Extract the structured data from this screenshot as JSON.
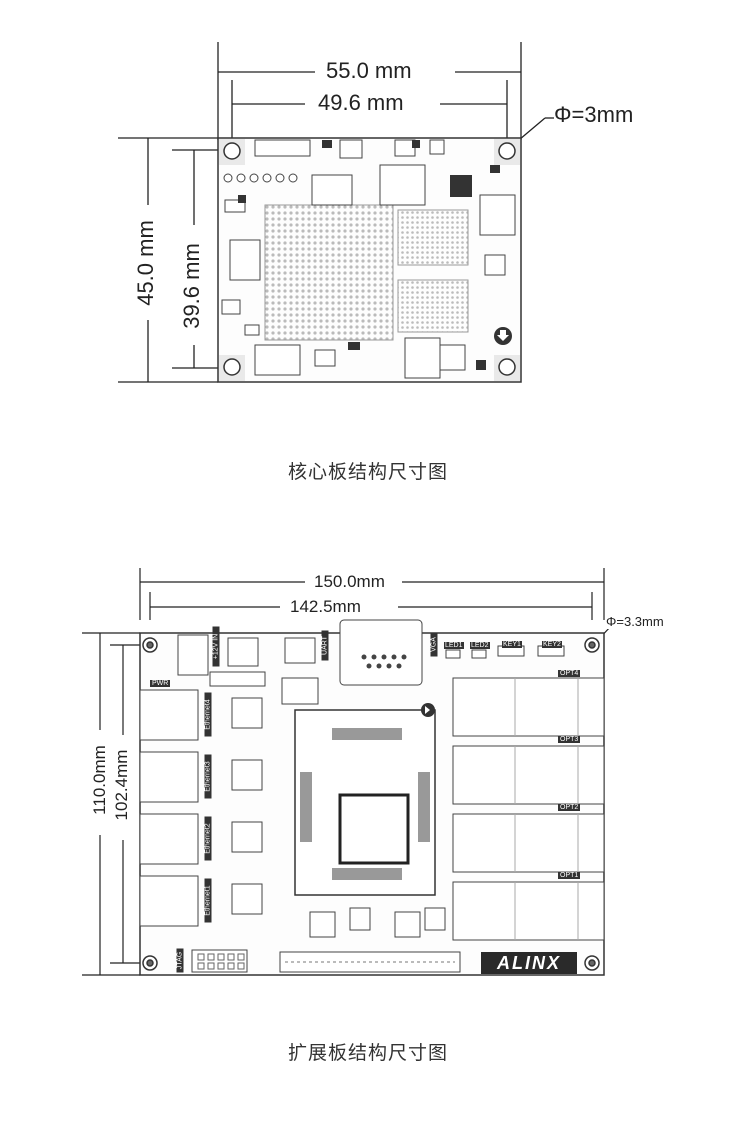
{
  "core_board": {
    "dim_width_total": "55.0 mm",
    "dim_width_holes": "49.6 mm",
    "dim_height_total": "45.0 mm",
    "dim_height_holes": "39.6 mm",
    "hole_diameter": "Φ=3mm",
    "caption": "核心板结构尺寸图"
  },
  "ext_board": {
    "dim_width_total": "150.0mm",
    "dim_width_holes": "142.5mm",
    "dim_height_total": "110.0mm",
    "dim_height_holes": "102.4mm",
    "hole_diameter": "Φ=3.3mm",
    "caption": "扩展板结构尺寸图",
    "brand_logo": "ALINX",
    "labels": {
      "pwr": "PWR",
      "dc": "+12V IN",
      "uart": "UART",
      "vga": "VGA",
      "led1": "LED1",
      "led2": "LED2",
      "key1": "KEY1",
      "key2": "KEY2",
      "jtag": "JTAG",
      "ethernet": [
        "Ethernet4",
        "Ethernet3",
        "Ethernet2",
        "Ethernet1"
      ],
      "opt": [
        "OPT4",
        "OPT3",
        "OPT2",
        "OPT1"
      ]
    }
  }
}
